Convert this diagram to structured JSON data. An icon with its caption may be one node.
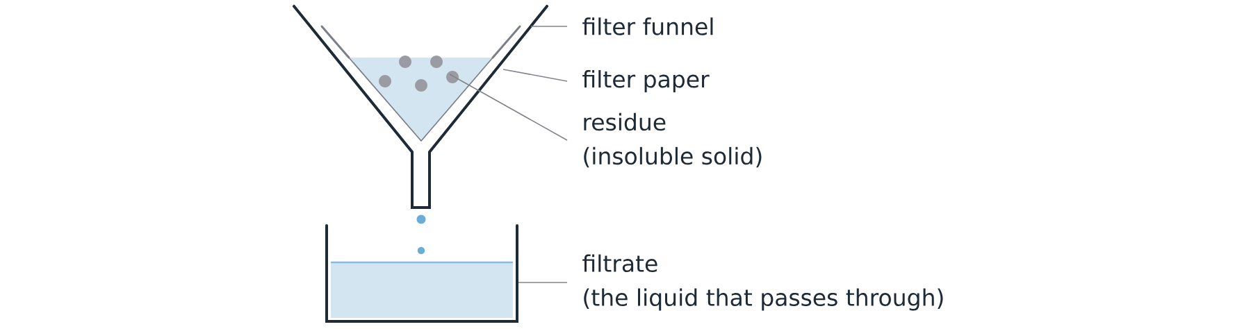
{
  "diagram": {
    "nodes": [
      {
        "text": [],
        "shape": "picture"
      },
      {
        "text": [
          "filter funnel"
        ]
      },
      {
        "text": [],
        "shape": "picture",
        "in": 0
      },
      {
        "text": [
          "filter paper"
        ]
      },
      {
        "text": [],
        "shape": "picture",
        "in": 2
      },
      {
        "text": [
          "residue",
          "(insoluble solid)"
        ]
      },
      {
        "text": [],
        "shape": "box"
      },
      {
        "text": [
          "filtrate",
          "(the liquid that passes through)"
        ]
      }
    ],
    "edges": [
      {
        "from": 1,
        "to": 0,
        "arrow": "none"
      },
      {
        "from": 3,
        "to": 2,
        "arrow": "none"
      },
      {
        "from": 5,
        "to": 4,
        "arrow": "none"
      },
      {
        "from": 7,
        "to": 6,
        "arrow": "none"
      }
    ]
  }
}
